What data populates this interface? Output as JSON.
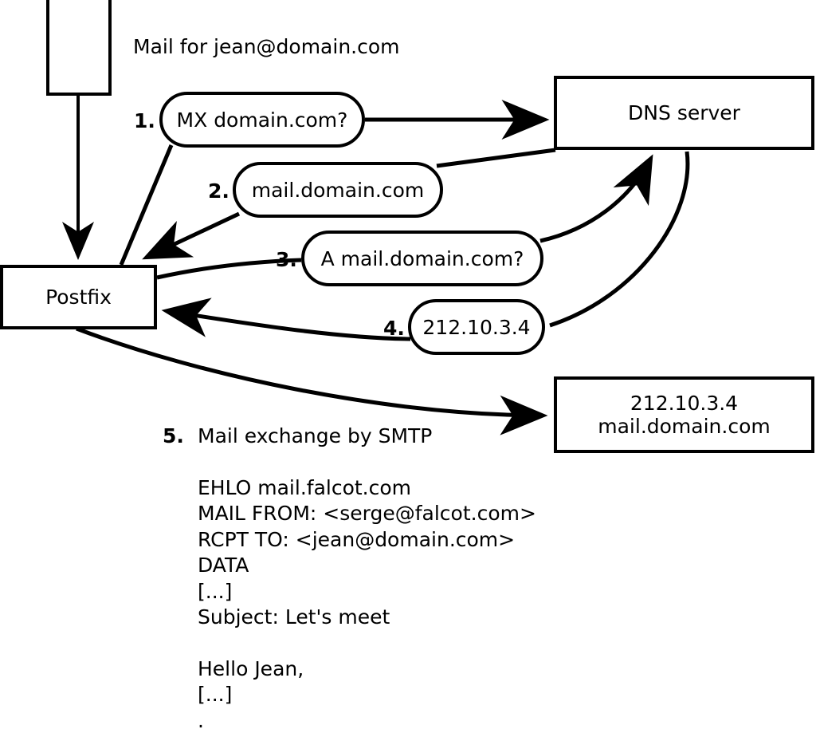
{
  "diagram": {
    "title_text": "Mail for jean@domain.com",
    "nodes": {
      "source_box": {
        "label": ""
      },
      "postfix": {
        "label": "Postfix"
      },
      "dns_server": {
        "label": "DNS server"
      },
      "target_mx": {
        "label": "212.10.3.4\nmail.domain.com"
      }
    },
    "steps": [
      {
        "num": "1.",
        "label": "MX domain.com?"
      },
      {
        "num": "2.",
        "label": "mail.domain.com"
      },
      {
        "num": "3.",
        "label": "A mail.domain.com?"
      },
      {
        "num": "4.",
        "label": "212.10.3.4"
      },
      {
        "num": "5.",
        "label": "Mail exchange by SMTP"
      }
    ],
    "smtp_transcript": "EHLO mail.falcot.com\nMAIL FROM: <serge@falcot.com>\nRCPT TO: <jean@domain.com>\nDATA\n[...]\nSubject: Let's meet\n\nHello Jean,\n[...]\n.",
    "colors": {
      "stroke": "#000000",
      "fill": "#ffffff",
      "text": "#000000"
    }
  }
}
